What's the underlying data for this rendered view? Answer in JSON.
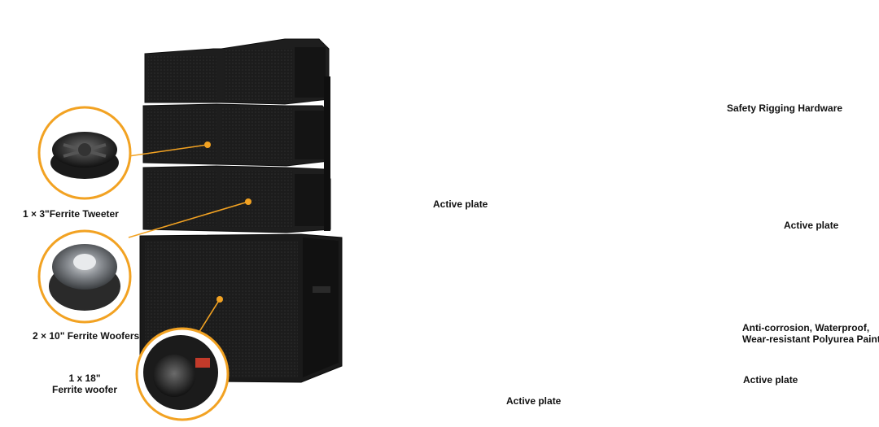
{
  "accent_color": "#f2a222",
  "left_speaker": {
    "callouts": {
      "tweeter": "1 × 3\"Ferrite Tweeter",
      "woofers": "2 × 10\" Ferrite Woofers",
      "sub_woofer_line1": "1 x 18\"",
      "sub_woofer_line2": "Ferrite woofer"
    }
  },
  "right_speaker": {
    "callouts": {
      "rigging": "Safety Rigging Hardware",
      "active_plate_left": "Active plate",
      "active_plate_right": "Active plate",
      "paint_line1": "Anti-corrosion, Waterproof,",
      "paint_line2": "Wear-resistant Polyurea Paint",
      "active_plate_bottom_left": "Active plate",
      "active_plate_bottom_right": "Active plate"
    }
  }
}
